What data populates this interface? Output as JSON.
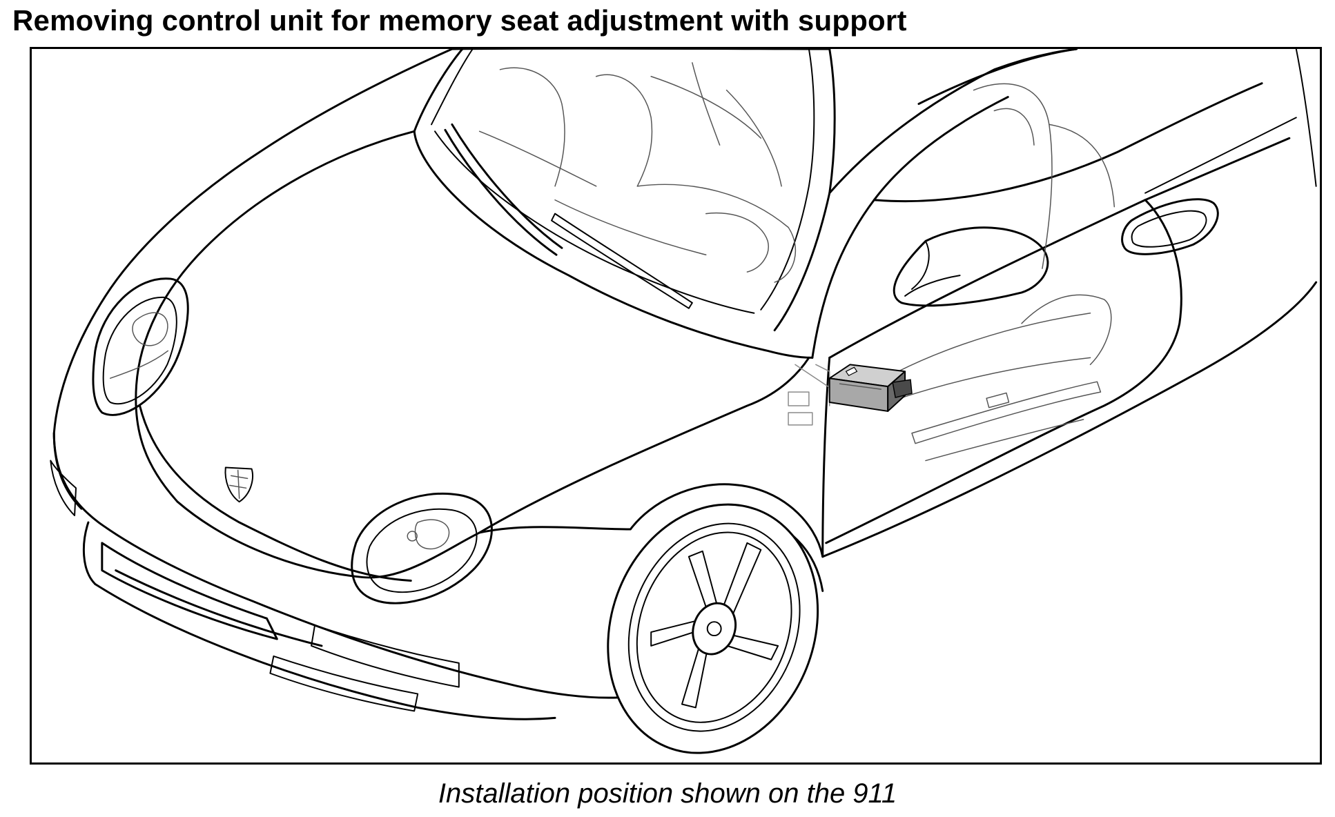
{
  "document": {
    "title": "Removing control unit for memory seat adjustment with support",
    "caption": "Installation position shown on the 911"
  },
  "figure": {
    "subject": "car-line-drawing",
    "highlighted_part": "memory-seat-control-unit",
    "colors": {
      "line": "#000000",
      "background": "#ffffff",
      "highlight_fill": "#b0b0b0",
      "highlight_dark": "#5a5a5a"
    }
  }
}
